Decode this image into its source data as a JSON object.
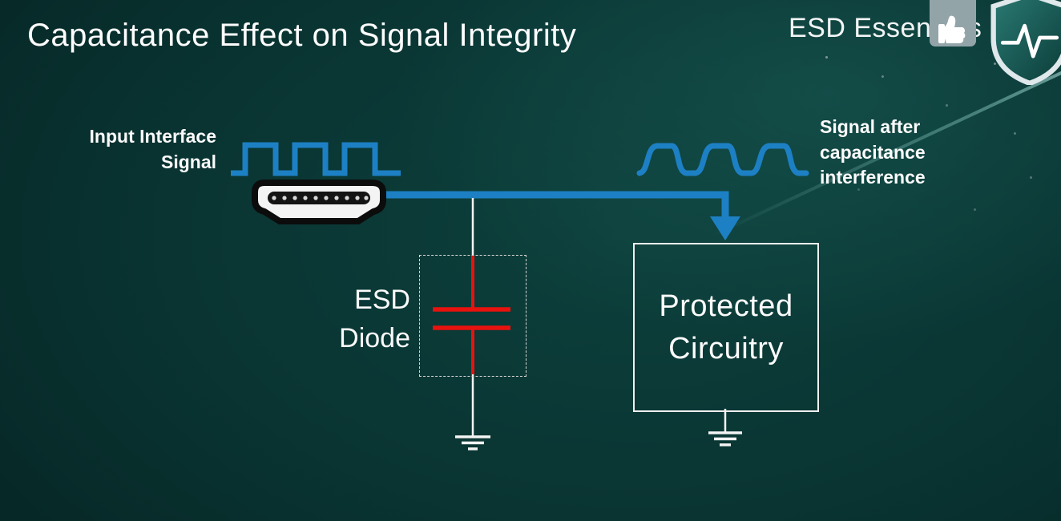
{
  "slide": {
    "title": "Capacitance Effect on Signal Integrity",
    "brand": "ESD Essentials"
  },
  "diagram": {
    "input_label": {
      "line1": "Input Interface",
      "line2": "Signal"
    },
    "output_label": {
      "line1": "Signal after",
      "line2": "capacitance",
      "line3": "interference"
    },
    "esd_label": {
      "line1": "ESD",
      "line2": "Diode"
    },
    "protected_box": {
      "line1": "Protected",
      "line2": "Circuitry"
    }
  },
  "icons": {
    "logo": "shield-pulse-icon",
    "reaction": "thumbs-up-icon",
    "connector": "hdmi-connector-icon",
    "ground": "ground-symbol"
  },
  "colors": {
    "background_teal": "#0a3835",
    "signal_blue": "#1d80c4",
    "capacitor_red": "#e8120e",
    "text_white": "#ffffff",
    "logo_silver": "#dfe8ea"
  }
}
